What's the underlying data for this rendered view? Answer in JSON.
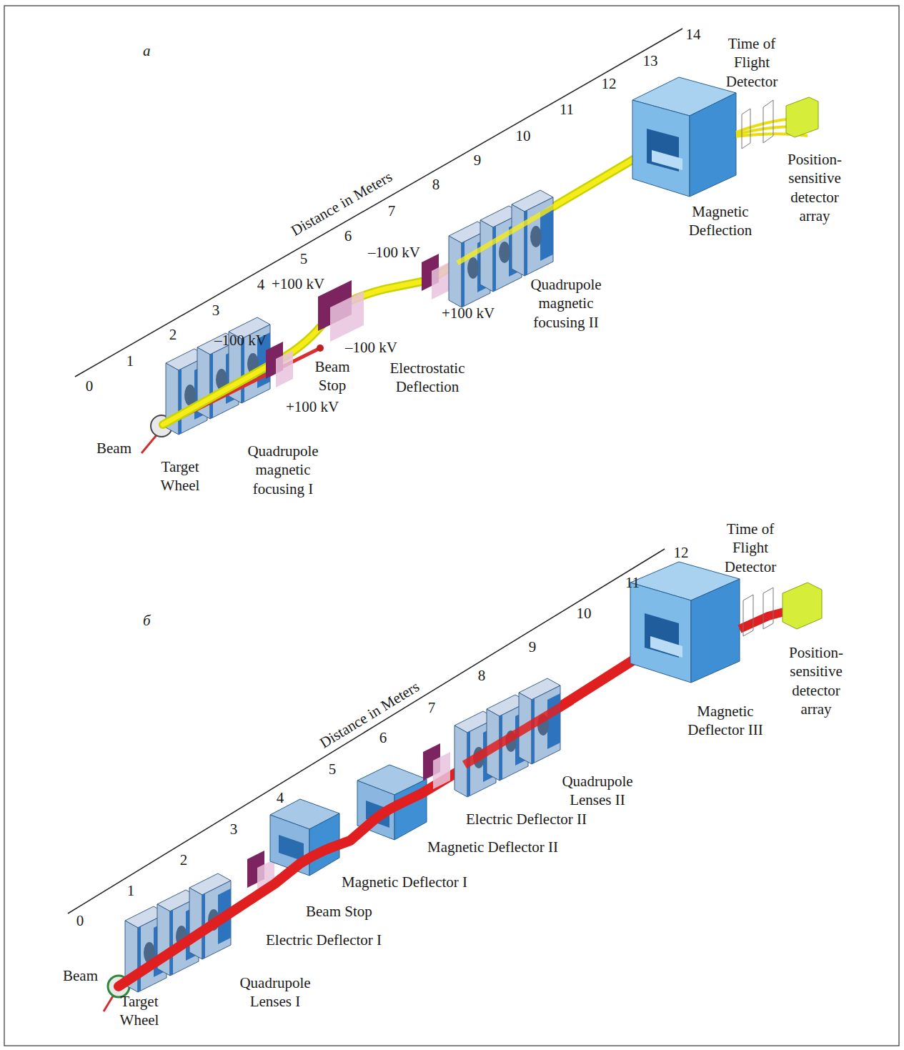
{
  "diagram": {
    "labels": [
      "a",
      "0",
      "1",
      "2",
      "3",
      "4",
      "5",
      "6",
      "7",
      "8",
      "9",
      "10",
      "11",
      "12",
      "13",
      "14",
      "Distance in Meters",
      "Time of Flight Detector",
      "Position-sensitive detector array",
      "Magnetic Deflection",
      "–100 kV",
      "Quadrupole magnetic focusing II",
      "+100 kV",
      "+100 kV",
      "–100 kV",
      "Beam Stop",
      "–100 kV",
      "Electrostatic Deflection",
      "+100 kV",
      "Beam",
      "Target Wheel",
      "Quadrupole magnetic focusing I",
      "б",
      "0",
      "1",
      "2",
      "3",
      "4",
      "5",
      "6",
      "7",
      "8",
      "9",
      "10",
      "11",
      "12",
      "Distance in Meters",
      "Time of Flight Detector",
      "Position-sensitive detector array",
      "Magnetic Deflector III",
      "Quadrupole Lenses II",
      "Electric Deflector II",
      "Magnetic Deflector II",
      "Magnetic Deflector I",
      "Beam Stop",
      "Electric Deflector I",
      "Beam",
      "Target Wheel",
      "Quadrupole Lenses I"
    ]
  }
}
